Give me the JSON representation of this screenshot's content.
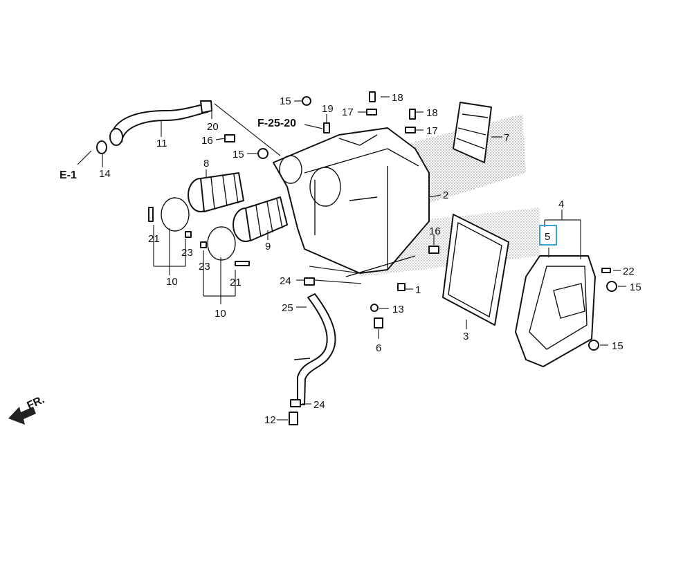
{
  "references": {
    "e1": "E-1",
    "f2520": "F-25-20",
    "front": "FR."
  },
  "callouts": [
    {
      "id": "c1",
      "text": "1"
    },
    {
      "id": "c2",
      "text": "2"
    },
    {
      "id": "c3",
      "text": "3"
    },
    {
      "id": "c4",
      "text": "4"
    },
    {
      "id": "c5",
      "text": "5"
    },
    {
      "id": "c6",
      "text": "6"
    },
    {
      "id": "c7",
      "text": "7"
    },
    {
      "id": "c8",
      "text": "8"
    },
    {
      "id": "c9",
      "text": "9"
    },
    {
      "id": "c10a",
      "text": "10"
    },
    {
      "id": "c10b",
      "text": "10"
    },
    {
      "id": "c11",
      "text": "11"
    },
    {
      "id": "c12",
      "text": "12"
    },
    {
      "id": "c13",
      "text": "13"
    },
    {
      "id": "c14",
      "text": "14"
    },
    {
      "id": "c15a",
      "text": "15"
    },
    {
      "id": "c15b",
      "text": "15"
    },
    {
      "id": "c15c",
      "text": "15"
    },
    {
      "id": "c15d",
      "text": "15"
    },
    {
      "id": "c16a",
      "text": "16"
    },
    {
      "id": "c16b",
      "text": "16"
    },
    {
      "id": "c17a",
      "text": "17"
    },
    {
      "id": "c17b",
      "text": "17"
    },
    {
      "id": "c18a",
      "text": "18"
    },
    {
      "id": "c18b",
      "text": "18"
    },
    {
      "id": "c19",
      "text": "19"
    },
    {
      "id": "c20",
      "text": "20"
    },
    {
      "id": "c21a",
      "text": "21"
    },
    {
      "id": "c21b",
      "text": "21"
    },
    {
      "id": "c22",
      "text": "22"
    },
    {
      "id": "c23a",
      "text": "23"
    },
    {
      "id": "c23b",
      "text": "23"
    },
    {
      "id": "c24a",
      "text": "24"
    },
    {
      "id": "c24b",
      "text": "24"
    },
    {
      "id": "c25",
      "text": "25"
    }
  ],
  "highlight_color": "#3aa0d8"
}
